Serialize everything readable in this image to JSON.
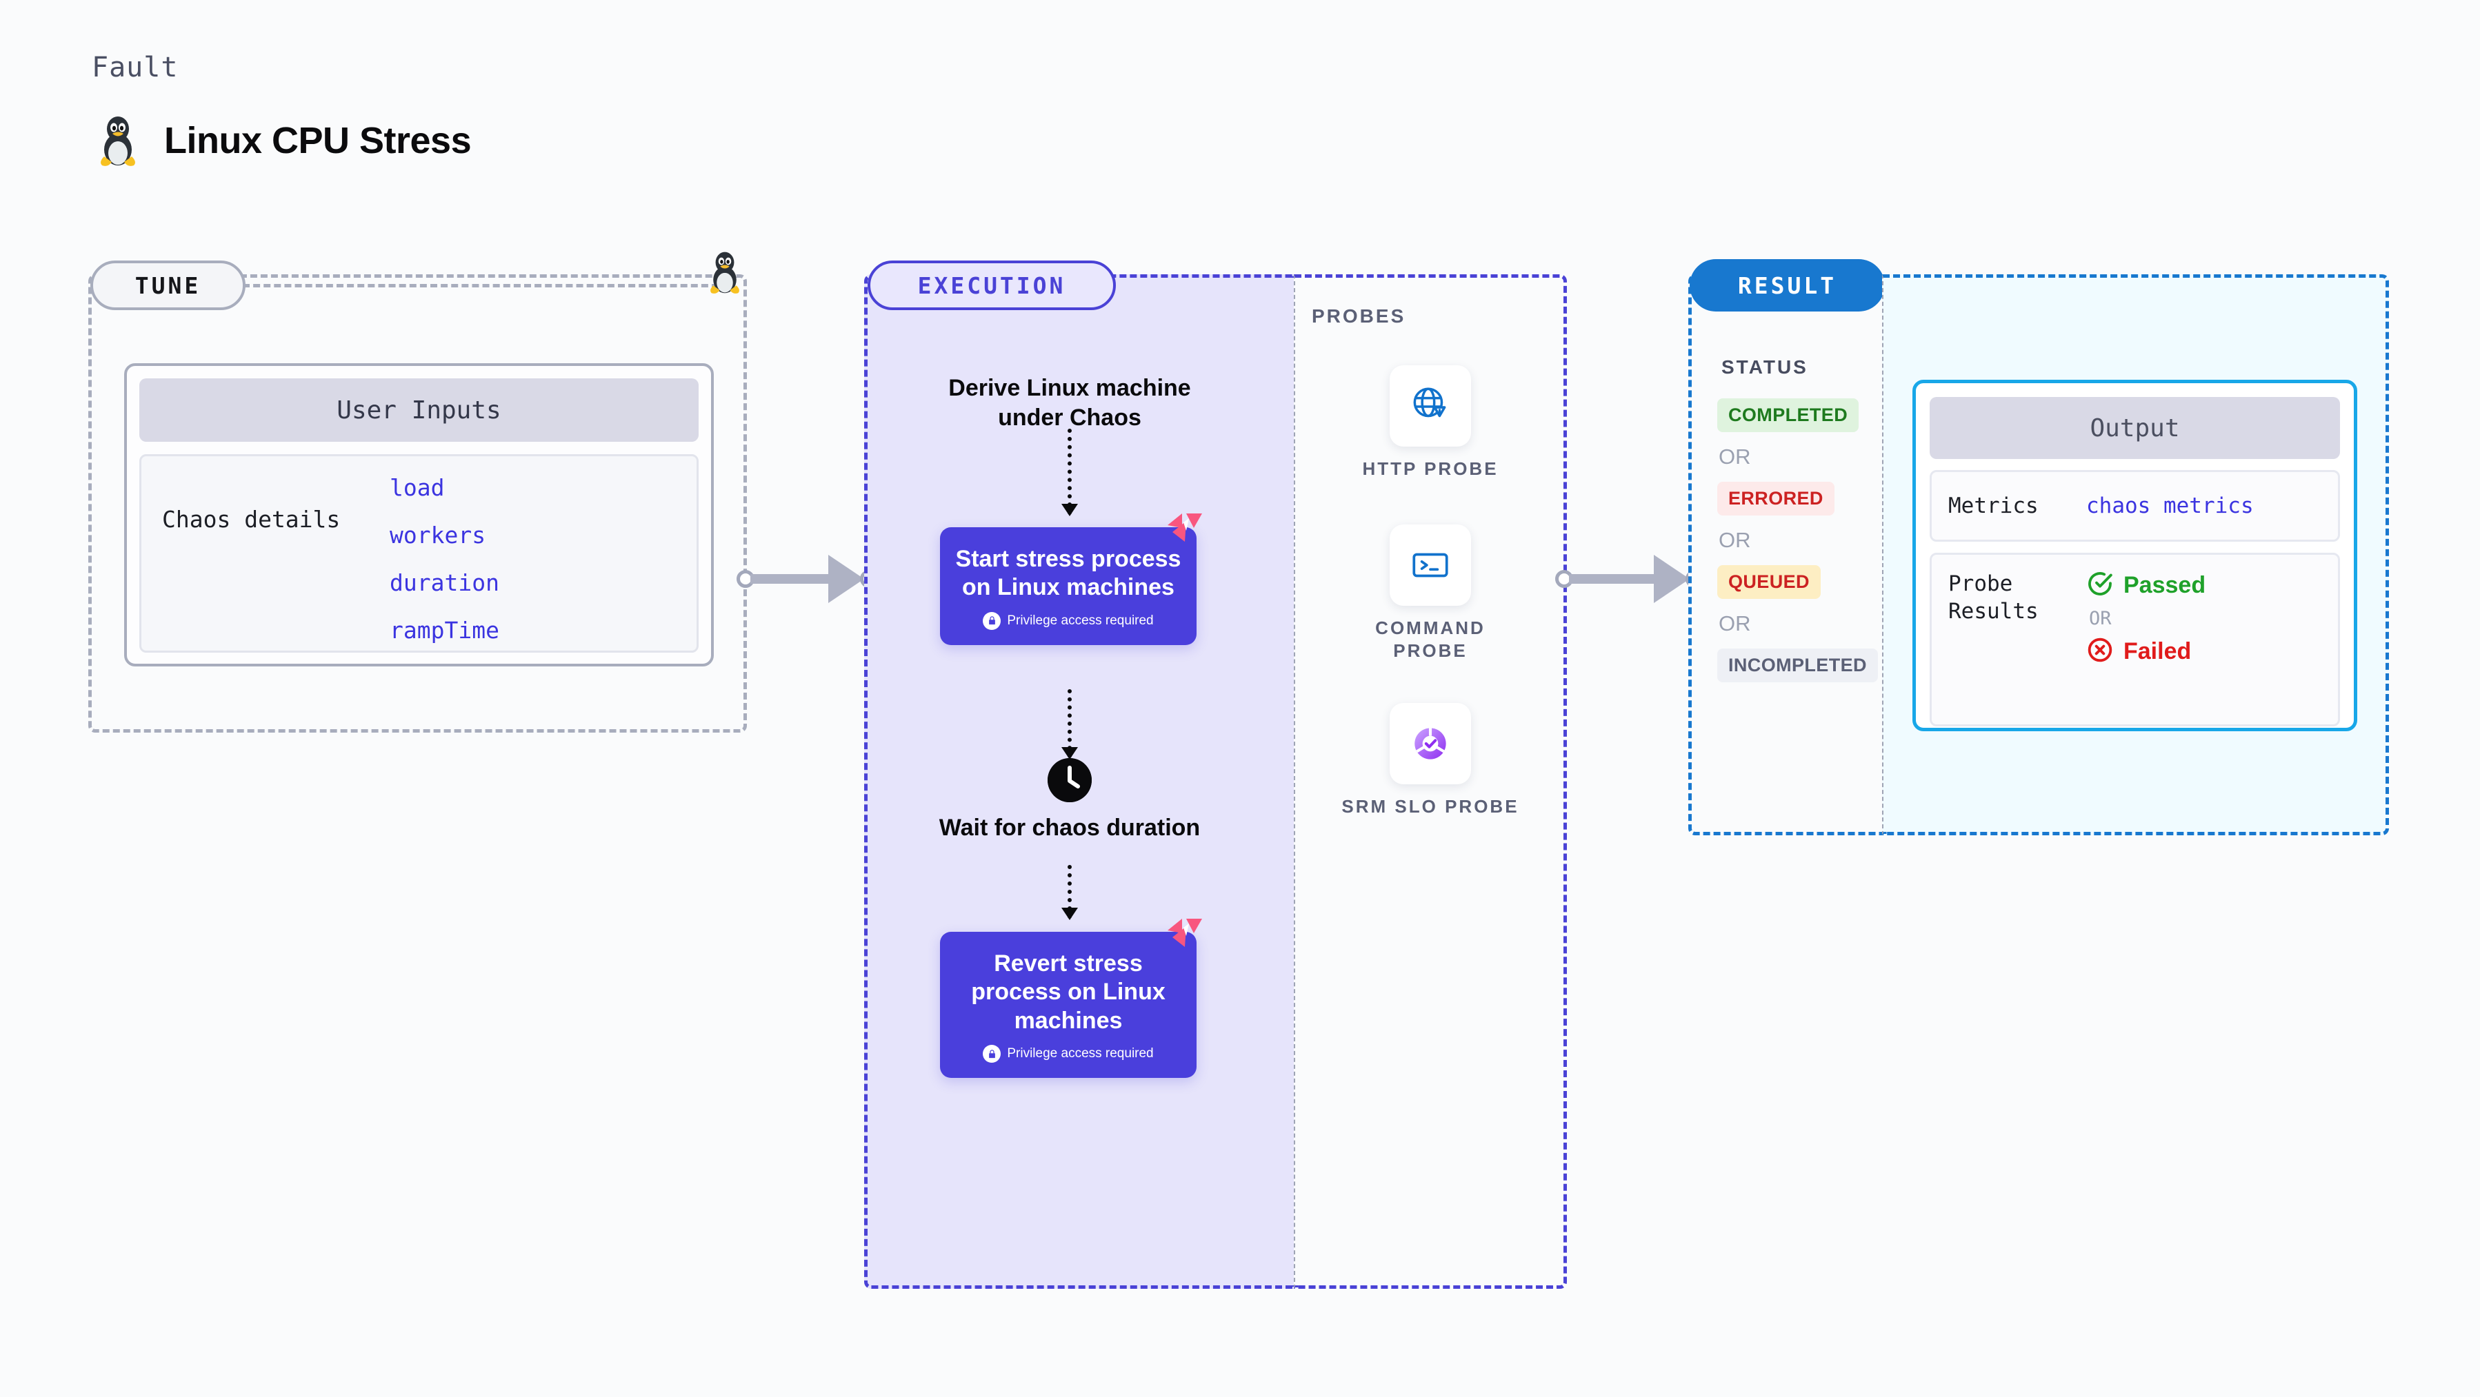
{
  "header": {
    "kicker": "Fault",
    "title": "Linux CPU Stress",
    "icon": "linux-tux-logo"
  },
  "stages": {
    "tune": {
      "pill_label": "TUNE",
      "card": {
        "header": "User Inputs",
        "row_label": "Chaos details",
        "values": [
          "load",
          "workers",
          "duration",
          "rampTime"
        ]
      }
    },
    "execution": {
      "pill_label": "EXECUTION",
      "steps": [
        {
          "type": "label",
          "text": "Derive Linux machine under Chaos"
        },
        {
          "type": "card",
          "title": "Start stress process on Linux machines",
          "note": "Privilege access required",
          "badge_icon": "harness-logo",
          "lock_icon": "lock-icon"
        },
        {
          "type": "label",
          "icon": "clock-icon",
          "text": "Wait for chaos duration"
        },
        {
          "type": "card",
          "title": "Revert stress process on Linux machines",
          "note": "Privilege access required",
          "badge_icon": "harness-logo",
          "lock_icon": "lock-icon"
        }
      ]
    },
    "probes": {
      "title": "PROBES",
      "items": [
        {
          "name": "HTTP PROBE",
          "icon": "globe-warning-icon"
        },
        {
          "name": "COMMAND PROBE",
          "icon": "terminal-icon"
        },
        {
          "name": "SRM SLO PROBE",
          "icon": "slo-donut-check-icon"
        }
      ]
    },
    "result": {
      "pill_label": "RESULT",
      "status_title": "STATUS",
      "or_label": "OR",
      "statuses": [
        {
          "label": "COMPLETED",
          "text_color": "#1e7a1e",
          "bg_color": "#dff3de"
        },
        {
          "label": "ERRORED",
          "text_color": "#cc2222",
          "bg_color": "#fdeaea"
        },
        {
          "label": "QUEUED",
          "text_color": "#cc2222",
          "bg_color": "#fdeec3"
        },
        {
          "label": "INCOMPLETED",
          "text_color": "#5b6076",
          "bg_color": "#eef0f5"
        }
      ]
    },
    "output": {
      "header": "Output",
      "metrics_label": "Metrics",
      "metrics_value": "chaos metrics",
      "probe_results_label": "Probe Results",
      "or_label": "OR",
      "passed": {
        "label": "Passed",
        "color": "#1fa12a",
        "icon": "check-circle-icon"
      },
      "failed": {
        "label": "Failed",
        "color": "#e01b1b",
        "icon": "x-circle-icon"
      }
    }
  },
  "colors": {
    "exec_purple": "#4a3fdc",
    "exec_panel_bg": "#e6e4fb",
    "result_blue": "#1878cf",
    "output_border": "#18a7e8",
    "tune_grey": "#a8adbd",
    "harness_pink": "#f8567f"
  }
}
